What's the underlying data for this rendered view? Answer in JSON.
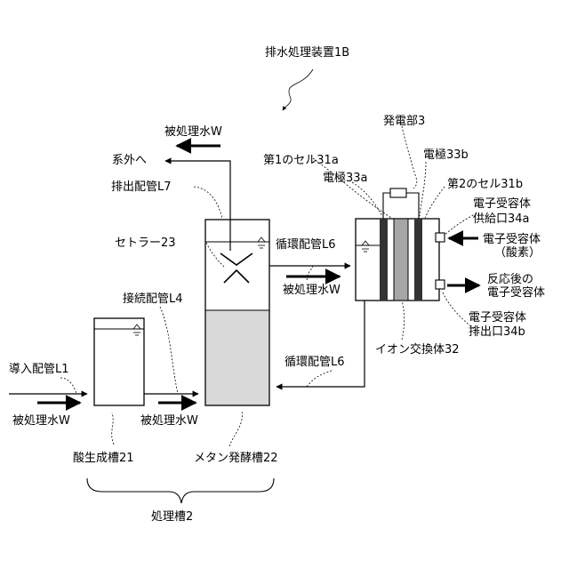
{
  "apparatus": "排水処理装置1B",
  "power_generation_unit": "発電部3",
  "cell1": "第1のセル31a",
  "cell2": "第2のセル31b",
  "electrode_a": "電極33a",
  "electrode_b": "電極33b",
  "acceptor_supply_port_line1": "電子受容体",
  "acceptor_supply_port_line2": "供給口34a",
  "acceptor_in_line1": "電子受容体",
  "acceptor_in_line2": "（酸素）",
  "acceptor_out_line1": "反応後の",
  "acceptor_out_line2": "電子受容体",
  "acceptor_discharge_port_line1": "電子受容体",
  "acceptor_discharge_port_line2": "排出口34b",
  "ion_exchanger": "イオン交換体32",
  "treated_water_top": "被処理水W",
  "out_of_system": "系外へ",
  "discharge_pipe": "排出配管L7",
  "settler": "セトラー23",
  "circulation_pipe_top": "循環配管L6",
  "treated_water_to_cell": "被処理水W",
  "connection_pipe": "接続配管L4",
  "circulation_pipe_bottom": "循環配管L6",
  "inlet_pipe": "導入配管L1",
  "treated_water_inlet": "被処理水W",
  "treated_water_middle": "被処理水W",
  "acid_tank": "酸生成槽21",
  "methane_tank": "メタン発酵槽22",
  "treatment_tank": "処理槽2"
}
